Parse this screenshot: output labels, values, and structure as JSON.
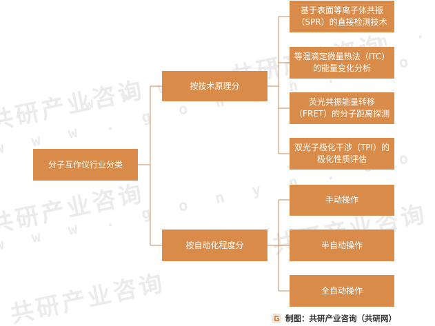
{
  "colors": {
    "node_fill": "#d98c4a",
    "node_text": "#ffffff",
    "line": "#c98a55",
    "watermark": "#ebebeb"
  },
  "watermark": {
    "brand": "共研产业咨询",
    "url": "w w w . g o n y n . c o m"
  },
  "diagram": {
    "root": "分子互作仪行业分类",
    "branches": [
      {
        "label": "按技术原理分",
        "children": [
          "基于表面等离子体共振（SPR）的直接检测技术",
          "等温滴定微量热法（ITC）的能量变化分析",
          "荧光共振能量转移（FRET）的分子距离探测",
          "双光子极化干涉（TPI）的极化性质评估"
        ]
      },
      {
        "label": "按自动化程度分",
        "children": [
          "手动操作",
          "半自动操作",
          "全自动操作"
        ]
      }
    ]
  },
  "footer": {
    "credit": "制图：共研产业咨询（共研网）",
    "logo_icon": "gonyn-logo-icon"
  }
}
